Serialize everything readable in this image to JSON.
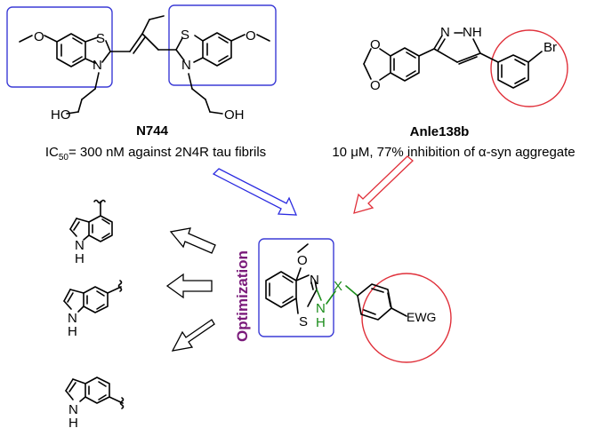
{
  "compounds": {
    "n744": {
      "name": "N744",
      "activity_prefix": "IC",
      "activity_sub": "50",
      "activity_rest": "= 300 nM against 2N4R tau fibrils",
      "atom_s": "S",
      "atom_n": "N",
      "atom_o": "O",
      "atom_ho": "HO",
      "atom_oh": "OH"
    },
    "anle138b": {
      "name": "Anle138b",
      "activity": "10 μM, 77% inhibition of α-syn aggregate",
      "atom_nh": "NH",
      "atom_n": "N",
      "atom_br": "Br",
      "atom_o": "O"
    },
    "optimized": {
      "label": "Optimization",
      "atom_n": "N",
      "atom_s": "S",
      "atom_o": "O",
      "atom_h": "H",
      "atom_nlink": "N",
      "atom_x": "X",
      "atom_ewg": "EWG"
    },
    "indoles": {
      "atom_n": "N",
      "atom_h": "H"
    }
  },
  "colors": {
    "box": "#3b3bd6",
    "circle": "#e0303a",
    "blue_arrow": "#2a2ae0",
    "red_arrow": "#e0303a",
    "optimization_text": "#7a1a7a",
    "linker": "#1a8c1a"
  }
}
